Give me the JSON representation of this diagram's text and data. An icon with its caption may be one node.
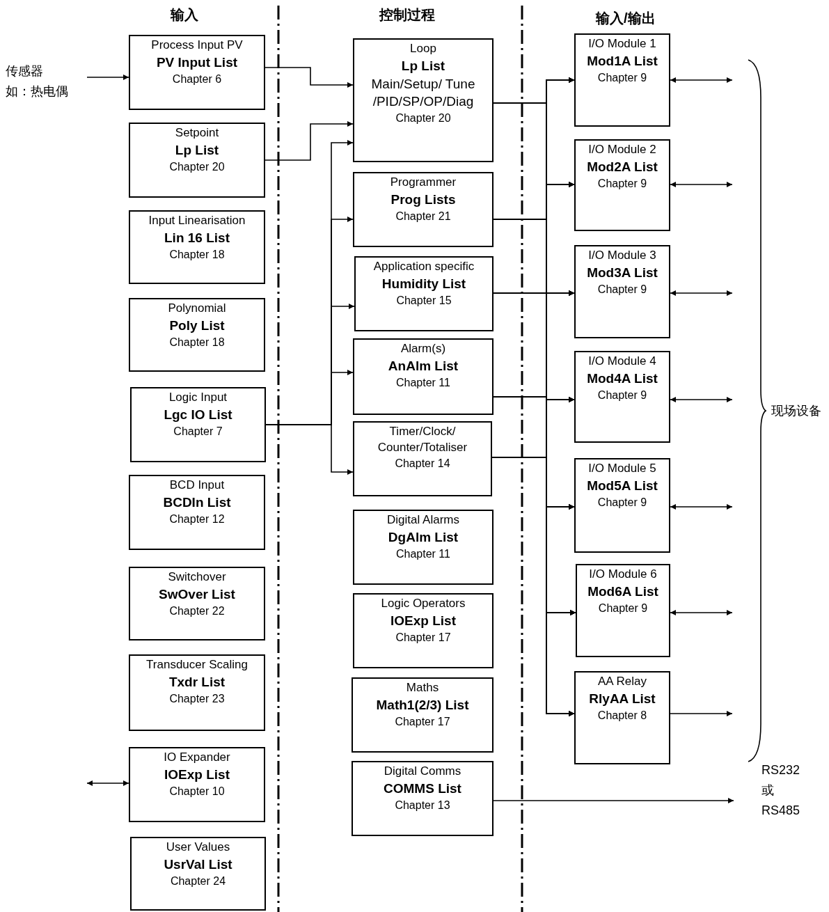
{
  "diagram": {
    "nodes": [
      {
        "text": [
          "传感器",
          "如：热电偶"
        ]
      },
      {
        "text": [
          "Process Input PV",
          "PV Input List",
          "Chapter 6"
        ]
      },
      {
        "text": [
          "Setpoint",
          "Lp List",
          "Chapter 20"
        ]
      },
      {
        "text": [
          "Input Linearisation",
          "Lin 16 List",
          "Chapter 18"
        ]
      },
      {
        "text": [
          "Polynomial",
          "Poly List",
          "Chapter 18"
        ]
      },
      {
        "text": [
          "Logic Input",
          "Lgc IO List",
          "Chapter 7"
        ]
      },
      {
        "text": [
          "BCD Input",
          "BCDIn List",
          "Chapter 12"
        ]
      },
      {
        "text": [
          "Switchover",
          "SwOver List",
          "Chapter 22"
        ]
      },
      {
        "text": [
          "Transducer Scaling",
          "Txdr List",
          "Chapter 23"
        ]
      },
      {
        "text": [
          "IO Expander",
          "IOExp List",
          "Chapter 10"
        ]
      },
      {
        "text": [
          "User Values",
          "UsrVal List",
          "Chapter 24"
        ]
      },
      {
        "text": [
          "Loop",
          "Lp List",
          "Main/Setup/ Tune /PID/SP/OP/Diag",
          "Chapter 20"
        ]
      },
      {
        "text": [
          "Programmer",
          "Prog Lists",
          "Chapter 21"
        ]
      },
      {
        "text": [
          "Application specific",
          "Humidity List",
          "Chapter 15"
        ]
      },
      {
        "text": [
          "Alarm(s)",
          "AnAlm List",
          "Chapter 11"
        ]
      },
      {
        "text": [
          "Timer/Clock/ Counter/Totaliser",
          "Chapter 14"
        ]
      },
      {
        "text": [
          "Digital Alarms",
          "DgAlm List",
          "Chapter 11"
        ]
      },
      {
        "text": [
          "Logic Operators",
          "IOExp List",
          "Chapter 17"
        ]
      },
      {
        "text": [
          "Maths",
          "Math1(2/3) List",
          "Chapter 17"
        ]
      },
      {
        "text": [
          "Digital Comms",
          "COMMS List",
          "Chapter 13"
        ]
      },
      {
        "text": [
          "I/O Module 1",
          "Mod1A List",
          "Chapter 9"
        ]
      },
      {
        "text": [
          "I/O Module 2",
          "Mod2A List",
          "Chapter 9"
        ]
      },
      {
        "text": [
          "I/O Module 3",
          "Mod3A List",
          "Chapter 9"
        ]
      },
      {
        "text": [
          "I/O Module 4",
          "Mod4A List",
          "Chapter 9"
        ]
      },
      {
        "text": [
          "I/O Module 5",
          "Mod5A List",
          "Chapter 9"
        ]
      },
      {
        "text": [
          "I/O Module 6",
          "Mod6A List",
          "Chapter 9"
        ]
      },
      {
        "text": [
          "AA Relay",
          "RlyAA List",
          "Chapter 8"
        ]
      },
      {
        "text": [
          "RS232 或 RS485"
        ]
      },
      {
        "text": [
          "现场设备"
        ]
      }
    ],
    "edges": [
      {
        "from": 0,
        "to": 1,
        "arrow": "to"
      },
      {
        "from": 1,
        "to": 11,
        "arrow": "to"
      },
      {
        "from": 2,
        "to": 11,
        "arrow": "to"
      },
      {
        "from": 5,
        "to": 11,
        "arrow": "to"
      },
      {
        "from": 5,
        "to": 12,
        "arrow": "to"
      },
      {
        "from": 5,
        "to": 13,
        "arrow": "to"
      },
      {
        "from": 5,
        "to": 14,
        "arrow": "to"
      },
      {
        "from": 5,
        "to": 15,
        "arrow": "to"
      },
      {
        "from": 11,
        "to": 20,
        "arrow": "to"
      },
      {
        "from": 11,
        "to": 21,
        "arrow": "to"
      },
      {
        "from": 11,
        "to": 22,
        "arrow": "to"
      },
      {
        "from": 11,
        "to": 23,
        "arrow": "to"
      },
      {
        "from": 11,
        "to": 24,
        "arrow": "to"
      },
      {
        "from": 11,
        "to": 25,
        "arrow": "to"
      },
      {
        "from": 11,
        "to": 26,
        "arrow": "to"
      },
      {
        "from": 12,
        "to": 20,
        "arrow": "to"
      },
      {
        "from": 12,
        "to": 21,
        "arrow": "to"
      },
      {
        "from": 12,
        "to": 22,
        "arrow": "to"
      },
      {
        "from": 12,
        "to": 23,
        "arrow": "to"
      },
      {
        "from": 12,
        "to": 24,
        "arrow": "to"
      },
      {
        "from": 12,
        "to": 25,
        "arrow": "to"
      },
      {
        "from": 12,
        "to": 26,
        "arrow": "to"
      },
      {
        "from": 13,
        "to": 20,
        "arrow": "to"
      },
      {
        "from": 13,
        "to": 21,
        "arrow": "to"
      },
      {
        "from": 13,
        "to": 22,
        "arrow": "to"
      },
      {
        "from": 13,
        "to": 23,
        "arrow": "to"
      },
      {
        "from": 13,
        "to": 24,
        "arrow": "to"
      },
      {
        "from": 13,
        "to": 25,
        "arrow": "to"
      },
      {
        "from": 13,
        "to": 26,
        "arrow": "to"
      },
      {
        "from": 14,
        "to": 20,
        "arrow": "to"
      },
      {
        "from": 14,
        "to": 21,
        "arrow": "to"
      },
      {
        "from": 14,
        "to": 22,
        "arrow": "to"
      },
      {
        "from": 14,
        "to": 23,
        "arrow": "to"
      },
      {
        "from": 14,
        "to": 24,
        "arrow": "to"
      },
      {
        "from": 14,
        "to": 25,
        "arrow": "to"
      },
      {
        "from": 14,
        "to": 26,
        "arrow": "to"
      },
      {
        "from": 15,
        "to": 20,
        "arrow": "to"
      },
      {
        "from": 15,
        "to": 21,
        "arrow": "to"
      },
      {
        "from": 15,
        "to": 22,
        "arrow": "to"
      },
      {
        "from": 15,
        "to": 23,
        "arrow": "to"
      },
      {
        "from": 15,
        "to": 24,
        "arrow": "to"
      },
      {
        "from": 15,
        "to": 25,
        "arrow": "to"
      },
      {
        "from": 15,
        "to": 26,
        "arrow": "to"
      },
      {
        "from": 20,
        "to": 28,
        "arrow": "both"
      },
      {
        "from": 21,
        "to": 28,
        "arrow": "both"
      },
      {
        "from": 22,
        "to": 28,
        "arrow": "both"
      },
      {
        "from": 23,
        "to": 28,
        "arrow": "both"
      },
      {
        "from": 24,
        "to": 28,
        "arrow": "both"
      },
      {
        "from": 25,
        "to": 28,
        "arrow": "both"
      },
      {
        "from": 26,
        "to": 28,
        "arrow": "to"
      },
      {
        "from": null,
        "to": 9,
        "arrow": "both"
      },
      {
        "from": 19,
        "to": 27,
        "arrow": "to"
      }
    ],
    "labels": [
      "输入",
      "控制过程",
      "输入/输出"
    ]
  }
}
